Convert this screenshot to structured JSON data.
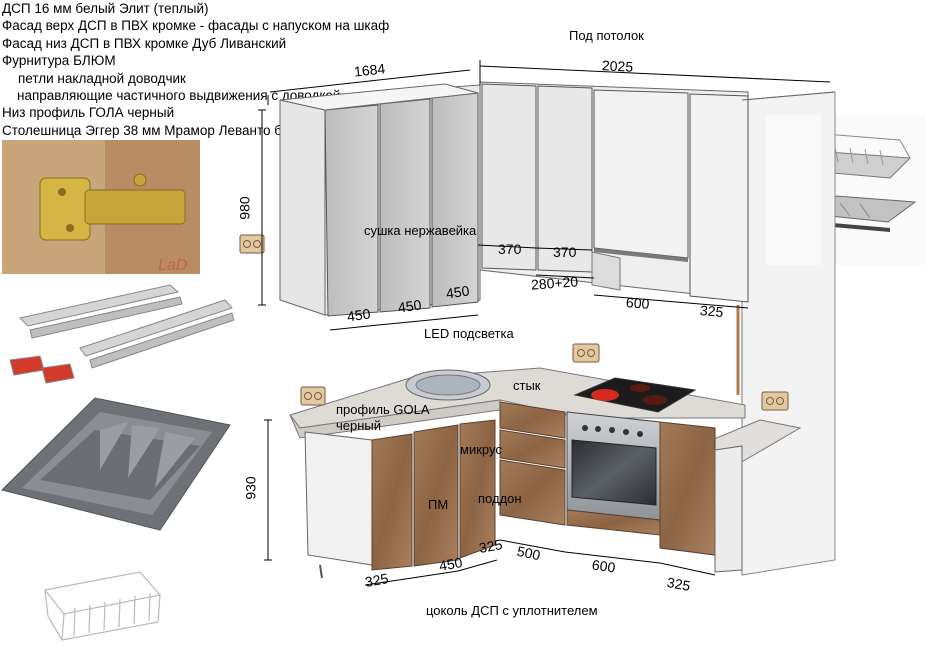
{
  "specs": {
    "line1": "ДСП 16 мм белый Элит (теплый)",
    "line2": "Фасад верх ДСП в ПВХ кромке - фасады с напуском на шкаф",
    "line3": "Фасад низ ДСП в ПВХ кромке Дуб Ливанский",
    "line4": "Фурнитура БЛЮМ",
    "line5": "петли накладной доводчик",
    "line6": "направляющие частичного выдвижения с доводкой",
    "line7": "Низ профиль ГОЛА черный",
    "line8": "Столешница Эггер 38 мм Мрамор Леванто белый F812"
  },
  "labels": {
    "ceiling": "Под потолок",
    "dryer": "сушка нержавейка",
    "led": "LED подсветка",
    "joint": "стык",
    "gola1": "профиль GOLA",
    "gola2": "черный",
    "microwave": "микрус",
    "dishwasher": "ПМ",
    "tray": "поддон",
    "plinth": "цоколь ДСП с уплотнителем"
  },
  "dimensions": {
    "top_left_len": "1684",
    "top_right_len": "2025",
    "upper_height": "980",
    "lower_height": "930",
    "upper_w1": "450",
    "upper_w2": "450",
    "upper_w3": "450",
    "upper_w4": "370",
    "upper_w5": "370",
    "upper_gap": "280+20",
    "upper_hood": "600",
    "upper_side": "325",
    "lower_w1": "325",
    "lower_w2": "450",
    "lower_w3": "325",
    "lower_w4": "500",
    "lower_w5": "600",
    "lower_w6": "325"
  },
  "thumbnail_text": {
    "hinge_watermark": "LaD"
  },
  "colors": {
    "facade_upper": "#c8c8c8",
    "facade_lower": "#9c7352",
    "countertop": "#d9d6d2",
    "carcass": "#f2f2f2",
    "outline": "#555555"
  }
}
